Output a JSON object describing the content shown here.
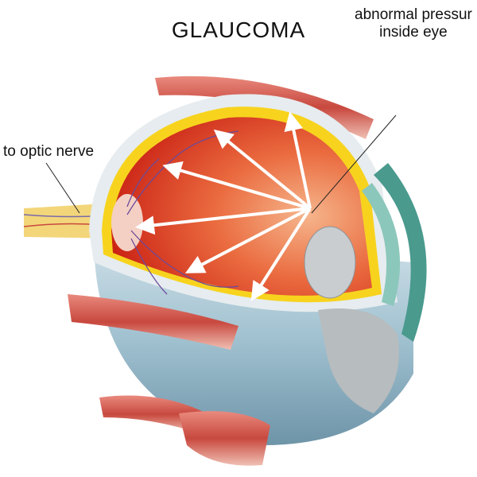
{
  "title": "GLAUCOMA",
  "labels": {
    "pressure_line1": "abnormal pressur",
    "pressure_line2": "inside eye",
    "nerve": "to optic nerve"
  },
  "colors": {
    "interior_red": "#d42a1a",
    "interior_orange": "#f2a27a",
    "rim_yellow": "#f7d31e",
    "sclera_blue": "#9fc0cf",
    "muscle_red": "#c8483e",
    "cornea_teal": "#4a9a8e"
  }
}
